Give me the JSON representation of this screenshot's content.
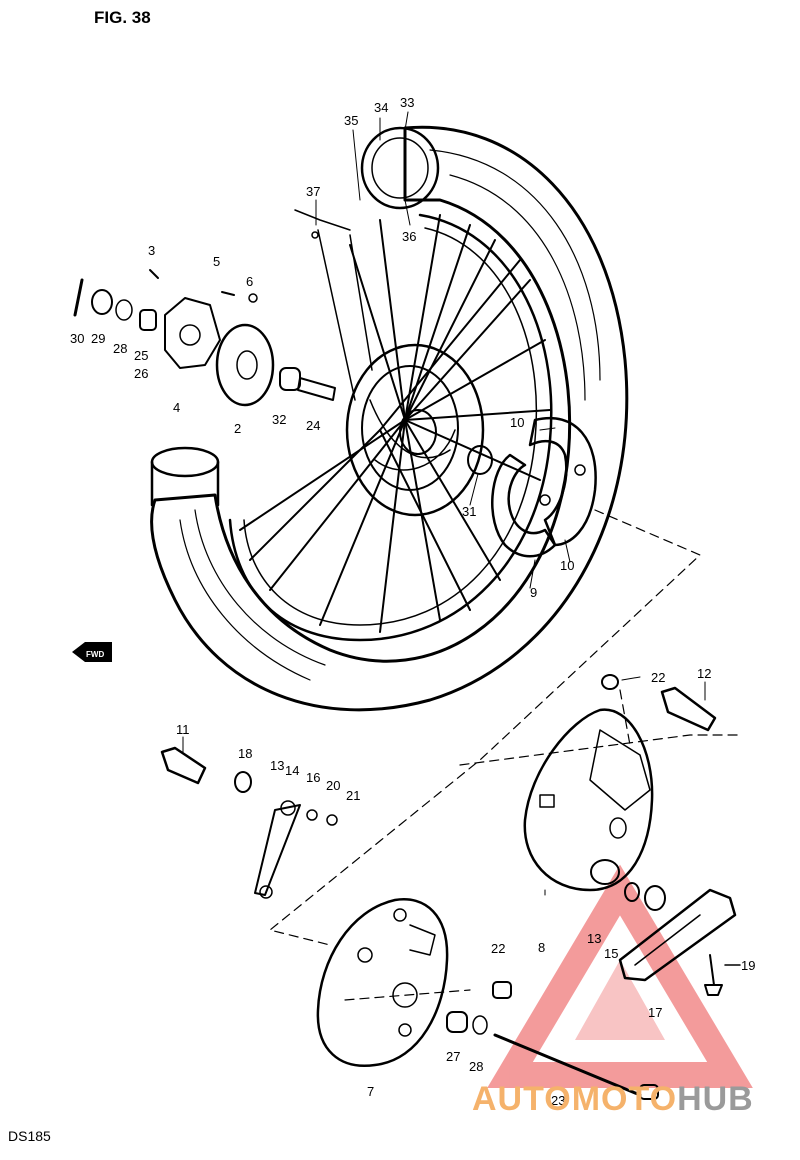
{
  "figure_title": "FIG. 38",
  "model_code": "DS185",
  "fwd_label": "FWD",
  "watermark": {
    "part1": "AUTOMOTO",
    "part2": "HUB",
    "color_accent": "#f28a8a",
    "color_orange": "#f5b26b",
    "color_gray": "#9a9a9a"
  },
  "labels": {
    "l2": "2",
    "l3": "3",
    "l4": "4",
    "l5": "5",
    "l6": "6",
    "l7": "7",
    "l8": "8",
    "l9": "9",
    "l10a": "10",
    "l10b": "10",
    "l11": "11",
    "l12": "12",
    "l13a": "13",
    "l13b": "13",
    "l14": "14",
    "l15": "15",
    "l16": "16",
    "l17": "17",
    "l18": "18",
    "l19": "19",
    "l20": "20",
    "l21": "21",
    "l22a": "22",
    "l22b": "22",
    "l23": "23",
    "l24": "24",
    "l25": "25",
    "l26": "26",
    "l27": "27",
    "l28a": "28",
    "l28b": "28",
    "l29": "29",
    "l30": "30",
    "l31": "31",
    "l32": "32",
    "l33": "33",
    "l34": "34",
    "l35": "35",
    "l36": "36",
    "l37": "37"
  }
}
